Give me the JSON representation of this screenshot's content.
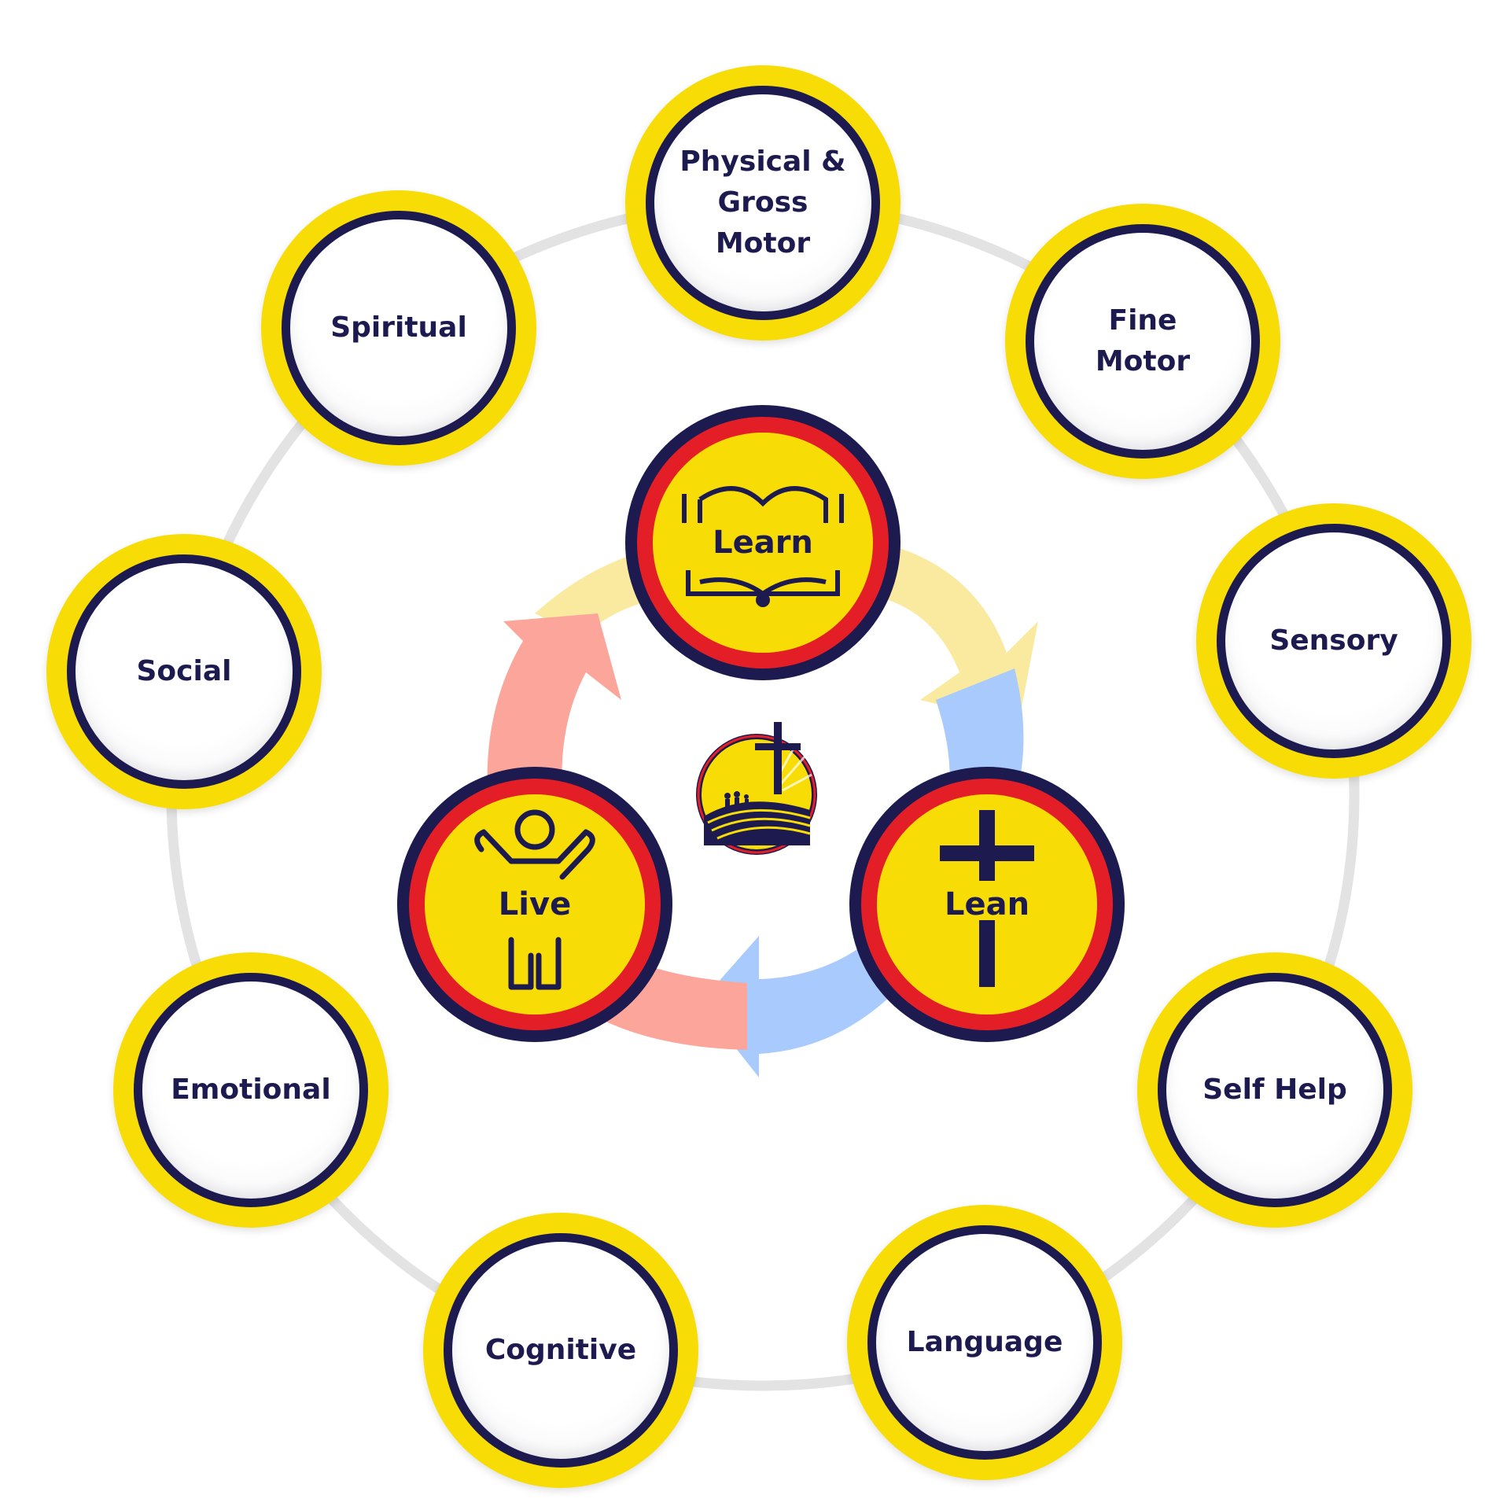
{
  "colors": {
    "navy": "#1c1a4e",
    "yellow": "#f7dc06",
    "red": "#e41e26",
    "orbit_gray": "#e3e3e3",
    "arrow_yellow": "#faeaa0",
    "arrow_blue": "#a9cafc",
    "arrow_pink": "#fba59b"
  },
  "domains": [
    {
      "label": "Physical &\nGross\nMotor"
    },
    {
      "label": "Fine\nMotor"
    },
    {
      "label": "Sensory"
    },
    {
      "label": "Self Help"
    },
    {
      "label": "Language"
    },
    {
      "label": "Cognitive"
    },
    {
      "label": "Emotional"
    },
    {
      "label": "Social"
    },
    {
      "label": "Spiritual"
    }
  ],
  "core": [
    {
      "label": "Learn",
      "icon": "open-book-icon"
    },
    {
      "label": "Lean",
      "icon": "cross-icon"
    },
    {
      "label": "Live",
      "icon": "raised-arms-person-icon"
    }
  ],
  "center_logo": {
    "icon": "cross-hill-sunrise-logo"
  }
}
